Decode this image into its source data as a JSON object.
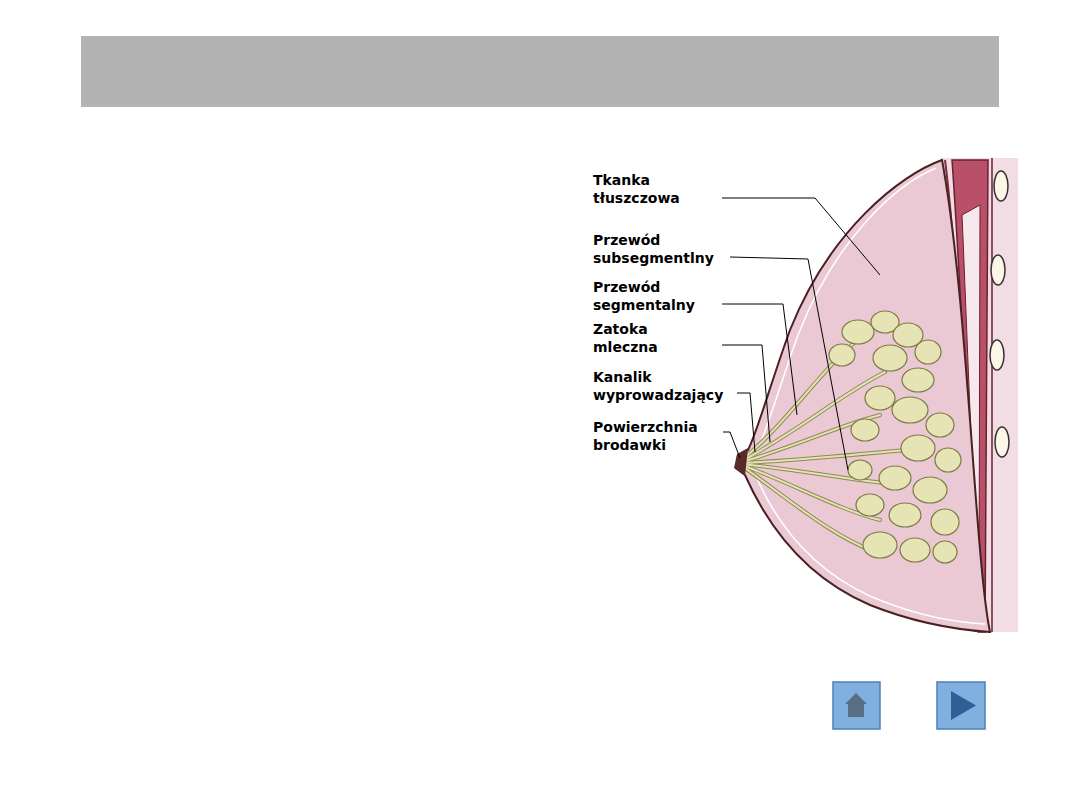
{
  "diagram": {
    "labels": [
      "Tkanka tłuszczowa",
      "Przewód subsegmentlny",
      "Przewód segmentalny",
      "Zatoka mleczna",
      "Kanalik wyprowadzający",
      "Powierzchnia brodawki"
    ]
  }
}
